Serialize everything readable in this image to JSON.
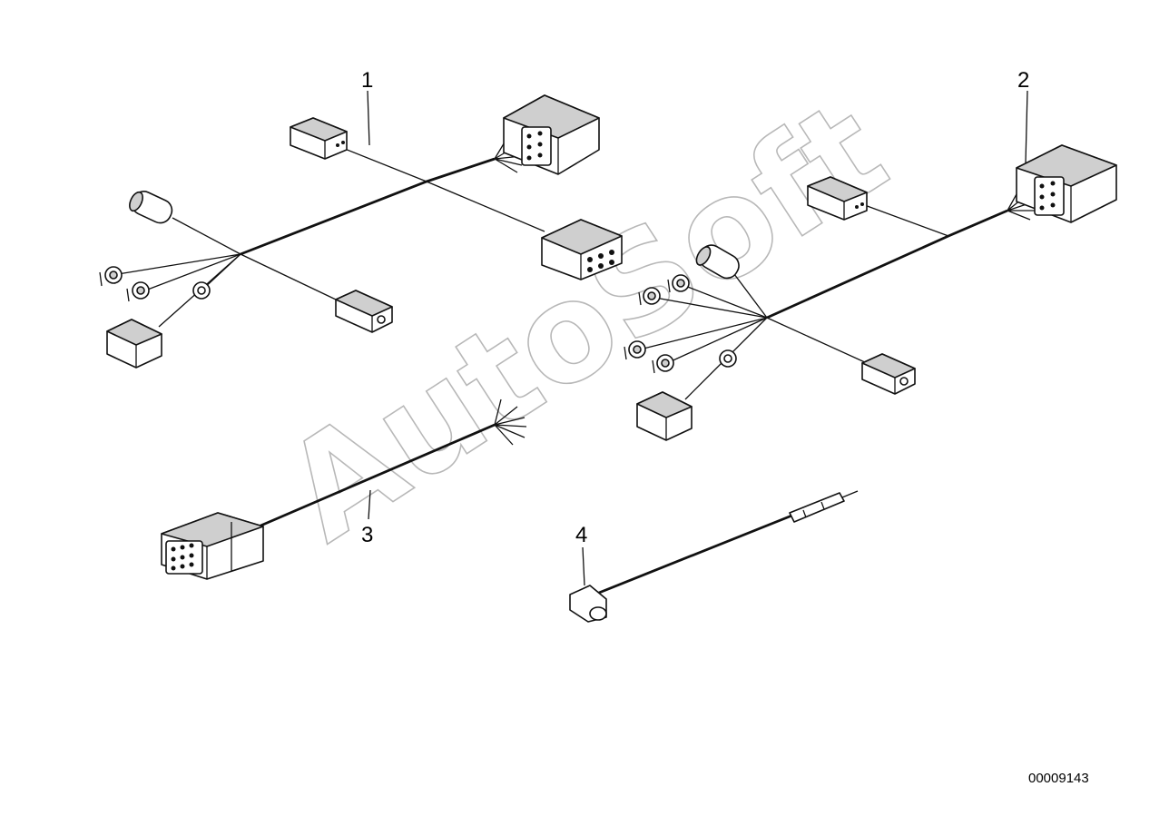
{
  "diagram": {
    "callouts": [
      "1",
      "2",
      "3",
      "4"
    ],
    "drawing_number": "00009143",
    "watermark": "AutoSoft"
  }
}
